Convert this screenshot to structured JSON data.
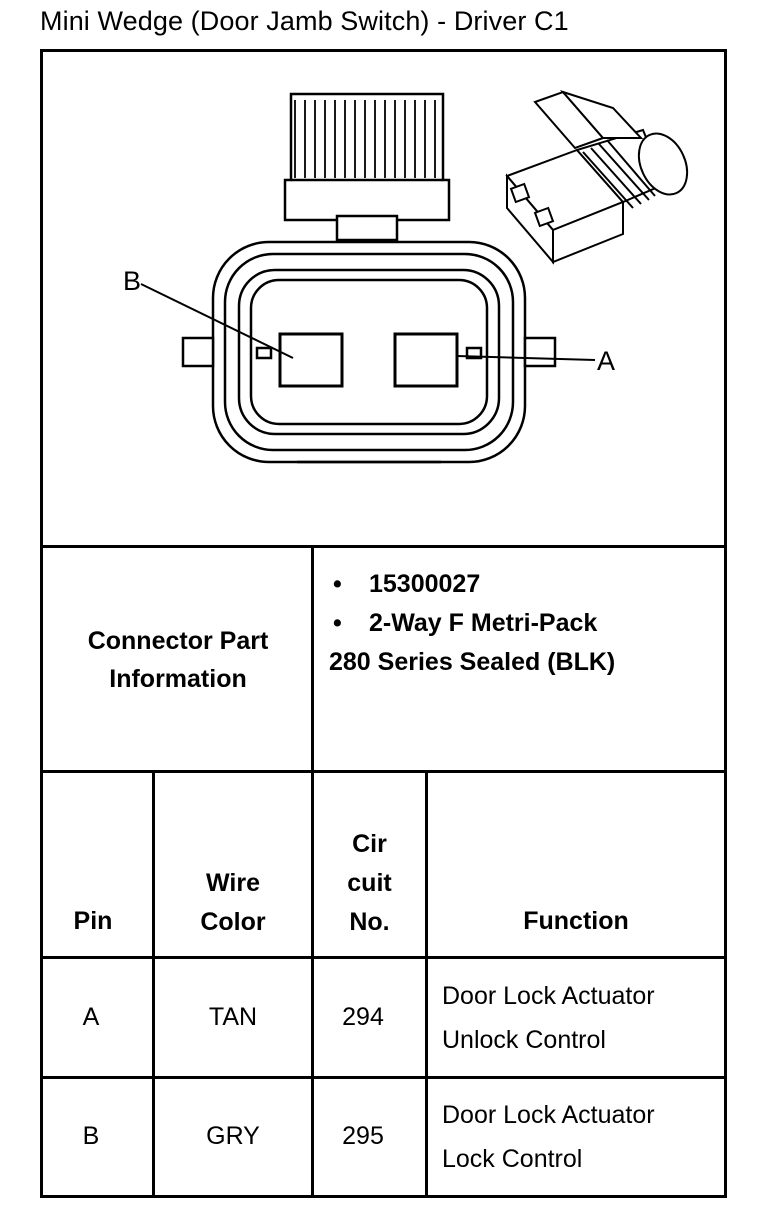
{
  "title": "Mini Wedge (Door Jamb Switch) - Driver C1",
  "diagram": {
    "pin_label_b": "B",
    "pin_label_a": "A"
  },
  "connector_info": {
    "label_line1": "Connector Part",
    "label_line2": "Information",
    "part_number": "15300027",
    "desc_line1": "2-Way F Metri-Pack",
    "desc_line2": "280 Series Sealed (BLK)",
    "bullet": "•"
  },
  "table": {
    "headers": {
      "pin": "Pin",
      "wire_color_1": "Wire",
      "wire_color_2": "Color",
      "circuit_1": "Cir",
      "circuit_2": "cuit",
      "circuit_3": "No.",
      "function": "Function"
    },
    "rows": [
      {
        "pin": "A",
        "wire_color": "TAN",
        "circuit": "294",
        "function_1": "Door Lock Actuator",
        "function_2": "Unlock Control"
      },
      {
        "pin": "B",
        "wire_color": "GRY",
        "circuit": "295",
        "function_1": "Door Lock Actuator",
        "function_2": "Lock Control"
      }
    ]
  }
}
